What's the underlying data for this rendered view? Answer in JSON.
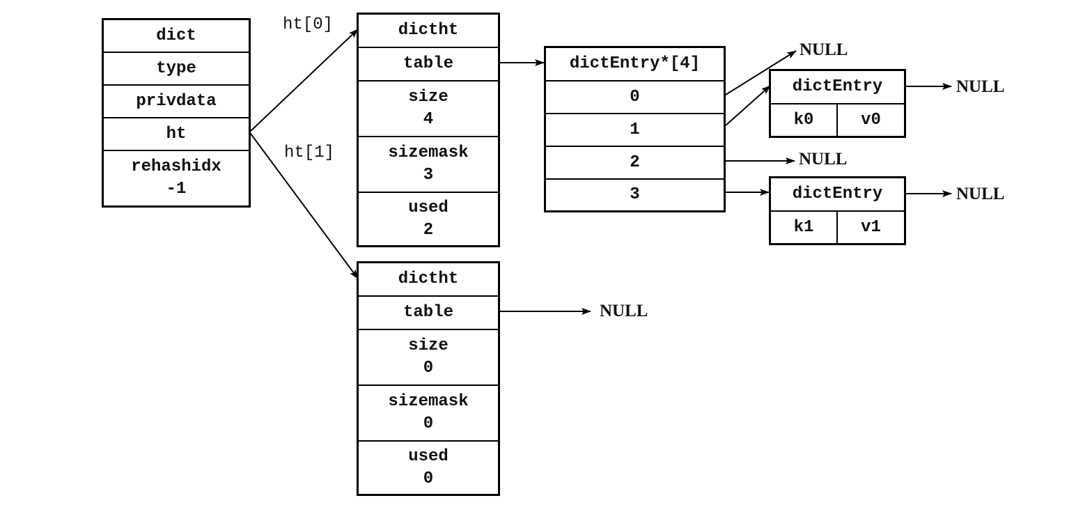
{
  "dict": {
    "fields": [
      "dict",
      "type",
      "privdata",
      "ht"
    ],
    "rehashidx": {
      "name": "rehashidx",
      "value": "-1"
    }
  },
  "labels": {
    "ht0": "ht[0]",
    "ht1": "ht[1]"
  },
  "ht0": {
    "title": "dictht",
    "table": "table",
    "size": {
      "name": "size",
      "value": "4"
    },
    "sizemask": {
      "name": "sizemask",
      "value": "3"
    },
    "used": {
      "name": "used",
      "value": "2"
    }
  },
  "ht1": {
    "title": "dictht",
    "table": "table",
    "size": {
      "name": "size",
      "value": "0"
    },
    "sizemask": {
      "name": "sizemask",
      "value": "0"
    },
    "used": {
      "name": "used",
      "value": "0"
    }
  },
  "bucket_array": {
    "title": "dictEntry*[4]",
    "indices": [
      "0",
      "1",
      "2",
      "3"
    ]
  },
  "entries": [
    {
      "title": "dictEntry",
      "key": "k0",
      "value": "v0"
    },
    {
      "title": "dictEntry",
      "key": "k1",
      "value": "v1"
    }
  ],
  "null_text": "NULL"
}
